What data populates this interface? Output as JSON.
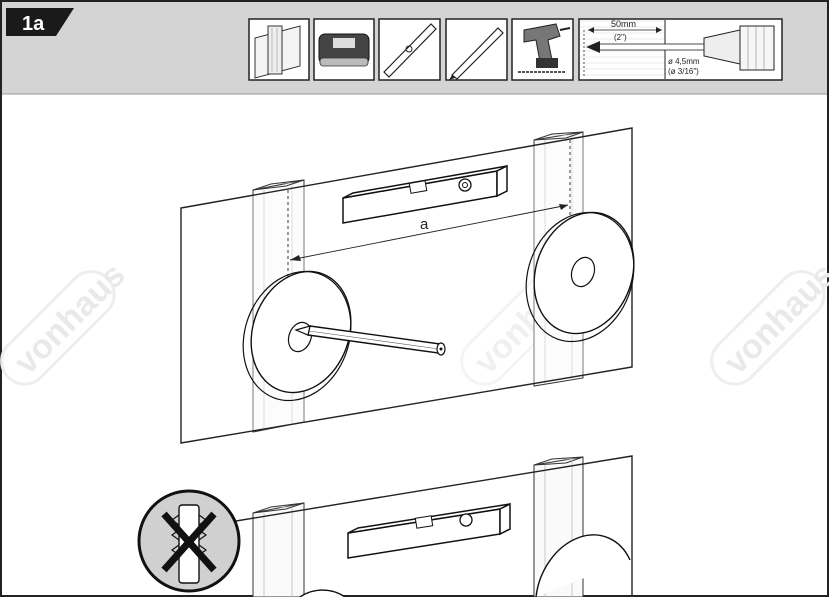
{
  "step": {
    "number": "1a"
  },
  "tools": [
    {
      "icon": "wall-stud-icon"
    },
    {
      "icon": "stud-finder-icon"
    },
    {
      "icon": "spirit-level-icon"
    },
    {
      "icon": "pencil-icon"
    },
    {
      "icon": "power-drill-icon"
    }
  ],
  "drill_spec": {
    "depth_label": "50mm",
    "depth_imperial": "(2\")",
    "bit_label": "ø 4,5mm",
    "bit_imperial": "(ø 3/16\")"
  },
  "dimension_label": "a",
  "watermark": "vonhaus",
  "colors": {
    "header_band": "#d4d4d4",
    "badge": "#1a1a1a",
    "frame": "#222222",
    "line": "#1a1a1a",
    "prohibition_bg": "#d0d0d0",
    "watermark": "#e8e8e8"
  }
}
